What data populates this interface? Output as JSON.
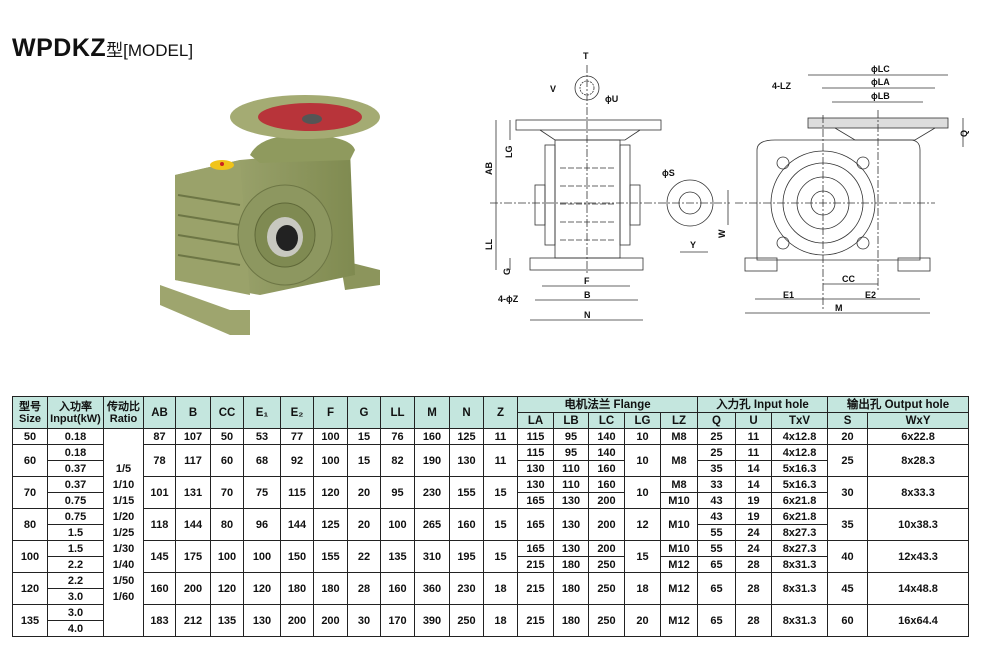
{
  "header": {
    "model": "WPDKZ",
    "suffix": "型[MODEL]"
  },
  "drawings": {
    "side_labels": [
      "T",
      "V",
      "ϕU",
      "LG",
      "AB",
      "LL",
      "G",
      "4-ϕZ",
      "F",
      "B",
      "N",
      "ϕS",
      "W",
      "Y"
    ],
    "front_labels": [
      "ϕLC",
      "ϕLA",
      "ϕLB",
      "4-LZ",
      "Q",
      "CC",
      "E1",
      "E2",
      "M"
    ]
  },
  "table": {
    "headers": {
      "size": [
        "型号",
        "Size"
      ],
      "input": [
        "入功率",
        "Input(kW)"
      ],
      "ratio": [
        "传动比",
        "Ratio"
      ],
      "dims": [
        "AB",
        "B",
        "CC",
        "E₁",
        "E₂",
        "F",
        "G",
        "LL",
        "M",
        "N",
        "Z"
      ],
      "flange_group": "电机法兰  Flange",
      "input_hole_group": "入力孔 Input hole",
      "output_hole_group": "输出孔 Output hole",
      "flange": [
        "LA",
        "LB",
        "LC",
        "LG",
        "LZ"
      ],
      "input_hole": [
        "Q",
        "U",
        "TxV"
      ],
      "output_hole": [
        "S",
        "WxY"
      ]
    },
    "ratios": [
      "1/5",
      "1/10",
      "1/15",
      "1/20",
      "1/25",
      "1/30",
      "1/40",
      "1/50",
      "1/60"
    ],
    "groups": [
      {
        "size": "50",
        "inputs": [
          "0.18"
        ],
        "dims": [
          "87",
          "107",
          "50",
          "53",
          "77",
          "100",
          "15",
          "76",
          "160",
          "125",
          "11"
        ],
        "LA": [
          "115"
        ],
        "LB": [
          "95"
        ],
        "LC": [
          "140"
        ],
        "LG": [
          "10"
        ],
        "LZ": [
          "M8"
        ],
        "Q": [
          "25"
        ],
        "U": [
          "11"
        ],
        "TxV": [
          "4x12.8"
        ],
        "S": [
          "20"
        ],
        "WxY": [
          "6x22.8"
        ]
      },
      {
        "size": "60",
        "inputs": [
          "0.18",
          "0.37"
        ],
        "dims": [
          "78",
          "117",
          "60",
          "68",
          "92",
          "100",
          "15",
          "82",
          "190",
          "130",
          "11"
        ],
        "LA": [
          "115",
          "130"
        ],
        "LB": [
          "95",
          "110"
        ],
        "LC": [
          "140",
          "160"
        ],
        "LG": [
          "10"
        ],
        "LZ": [
          "M8"
        ],
        "Q": [
          "25",
          "35"
        ],
        "U": [
          "11",
          "14"
        ],
        "TxV": [
          "4x12.8",
          "5x16.3"
        ],
        "S": [
          "25"
        ],
        "WxY": [
          "8x28.3"
        ]
      },
      {
        "size": "70",
        "inputs": [
          "0.37",
          "0.75"
        ],
        "dims": [
          "101",
          "131",
          "70",
          "75",
          "115",
          "120",
          "20",
          "95",
          "230",
          "155",
          "15"
        ],
        "LA": [
          "130",
          "165"
        ],
        "LB": [
          "110",
          "130"
        ],
        "LC": [
          "160",
          "200"
        ],
        "LG": [
          "10"
        ],
        "LZ": [
          "M8",
          "M10"
        ],
        "Q": [
          "33",
          "43"
        ],
        "U": [
          "14",
          "19"
        ],
        "TxV": [
          "5x16.3",
          "6x21.8"
        ],
        "S": [
          "30"
        ],
        "WxY": [
          "8x33.3"
        ]
      },
      {
        "size": "80",
        "inputs": [
          "0.75",
          "1.5"
        ],
        "dims": [
          "118",
          "144",
          "80",
          "96",
          "144",
          "125",
          "20",
          "100",
          "265",
          "160",
          "15"
        ],
        "LA": [
          "165"
        ],
        "LB": [
          "130"
        ],
        "LC": [
          "200"
        ],
        "LG": [
          "12"
        ],
        "LZ": [
          "M10"
        ],
        "Q": [
          "43",
          "55"
        ],
        "U": [
          "19",
          "24"
        ],
        "TxV": [
          "6x21.8",
          "8x27.3"
        ],
        "S": [
          "35"
        ],
        "WxY": [
          "10x38.3"
        ]
      },
      {
        "size": "100",
        "inputs": [
          "1.5",
          "2.2"
        ],
        "dims": [
          "145",
          "175",
          "100",
          "100",
          "150",
          "155",
          "22",
          "135",
          "310",
          "195",
          "15"
        ],
        "LA": [
          "165",
          "215"
        ],
        "LB": [
          "130",
          "180"
        ],
        "LC": [
          "200",
          "250"
        ],
        "LG": [
          "15"
        ],
        "LZ": [
          "M10",
          "M12"
        ],
        "Q": [
          "55",
          "65"
        ],
        "U": [
          "24",
          "28"
        ],
        "TxV": [
          "8x27.3",
          "8x31.3"
        ],
        "S": [
          "40"
        ],
        "WxY": [
          "12x43.3"
        ]
      },
      {
        "size": "120",
        "inputs": [
          "2.2",
          "3.0"
        ],
        "dims": [
          "160",
          "200",
          "120",
          "120",
          "180",
          "180",
          "28",
          "160",
          "360",
          "230",
          "18"
        ],
        "LA": [
          "215"
        ],
        "LB": [
          "180"
        ],
        "LC": [
          "250"
        ],
        "LG": [
          "18"
        ],
        "LZ": [
          "M12"
        ],
        "Q": [
          "65"
        ],
        "U": [
          "28"
        ],
        "TxV": [
          "8x31.3"
        ],
        "S": [
          "45"
        ],
        "WxY": [
          "14x48.8"
        ]
      },
      {
        "size": "135",
        "inputs": [
          "3.0",
          "4.0"
        ],
        "dims": [
          "183",
          "212",
          "135",
          "130",
          "200",
          "200",
          "30",
          "170",
          "390",
          "250",
          "18"
        ],
        "LA": [
          "215"
        ],
        "LB": [
          "180"
        ],
        "LC": [
          "250"
        ],
        "LG": [
          "20"
        ],
        "LZ": [
          "M12"
        ],
        "Q": [
          "65"
        ],
        "U": [
          "28"
        ],
        "TxV": [
          "8x31.3"
        ],
        "S": [
          "60"
        ],
        "WxY": [
          "16x64.4"
        ]
      }
    ]
  },
  "colors": {
    "header_bg": "#c4e6de",
    "housing": "#8f9a5e",
    "flange_inner": "#b8343a",
    "oil_cap": "#f0c419"
  }
}
